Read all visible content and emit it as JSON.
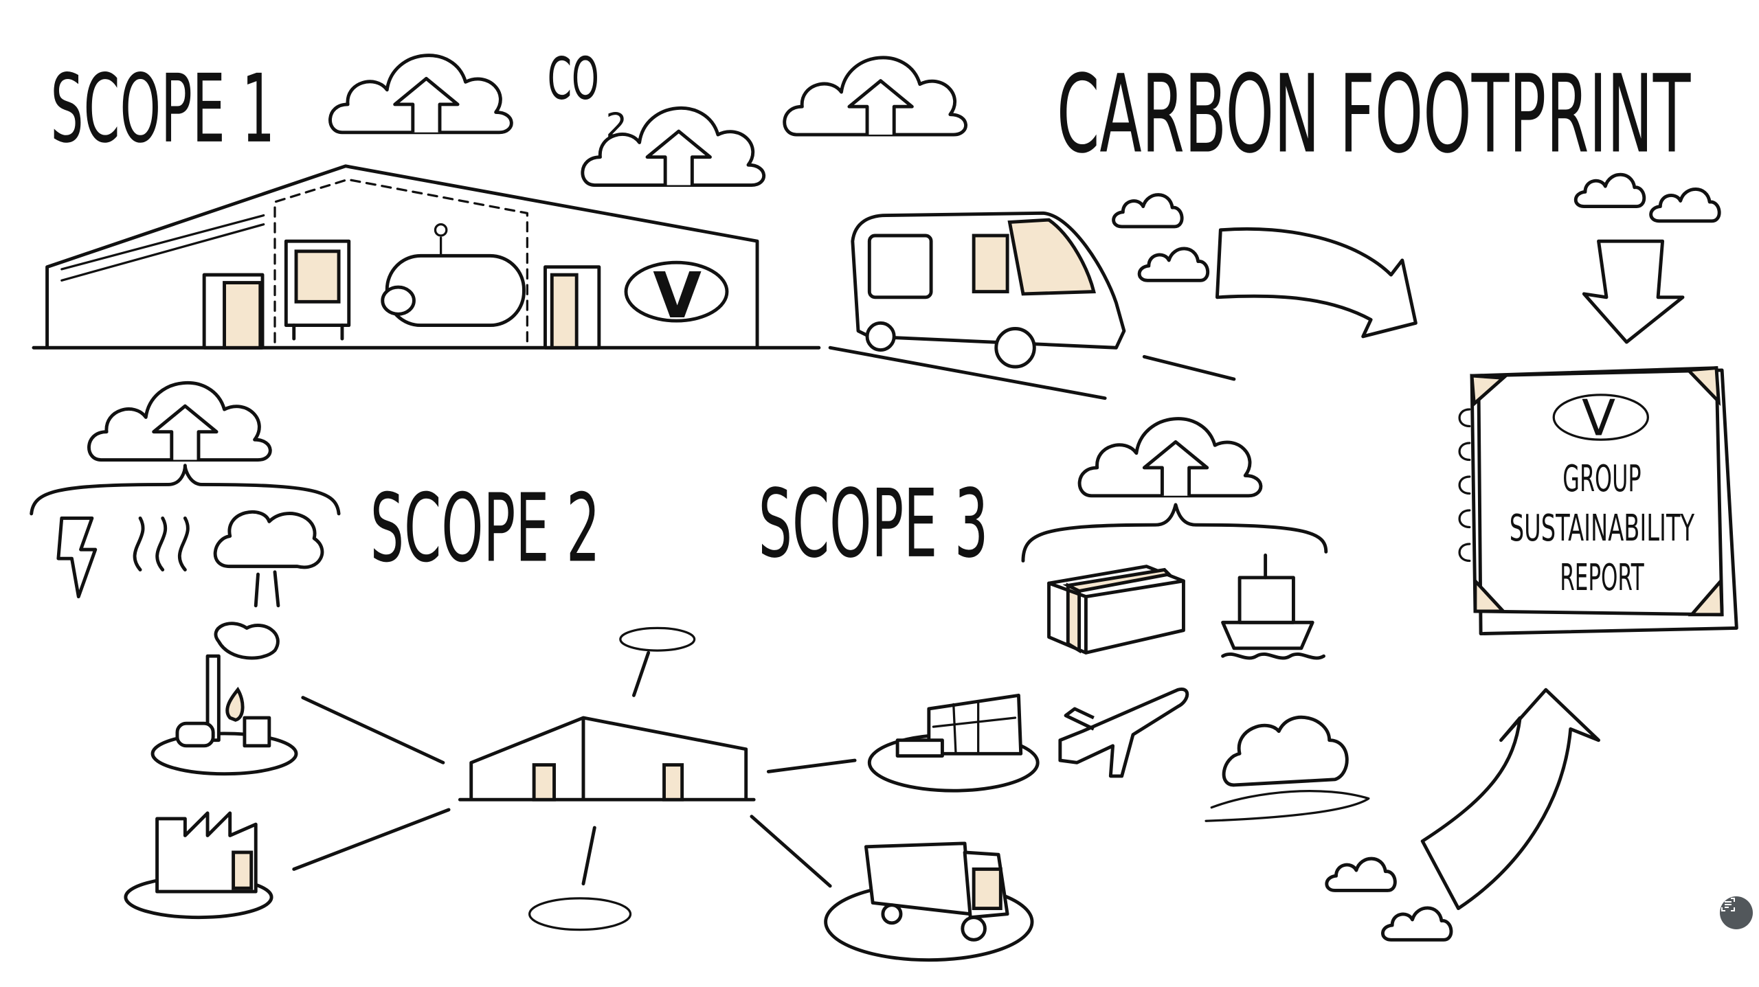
{
  "titles": {
    "scope1": "SCOPE 1",
    "scope2": "SCOPE 2",
    "scope3": "SCOPE 3",
    "carbon_footprint": "CARBON FOOTPRINT",
    "co2": "CO",
    "co2_sub": "2"
  },
  "report": {
    "logo": "V",
    "line1": "GROUP",
    "line2": "SUSTAINABILITY",
    "line3": "REPORT"
  },
  "building_logo": "V",
  "colors": {
    "accent_fill": "#f5e6cf",
    "ink": "#111111",
    "button_bg": "#52575b"
  },
  "overlay_button": {
    "icon": "text-scan-icon"
  }
}
